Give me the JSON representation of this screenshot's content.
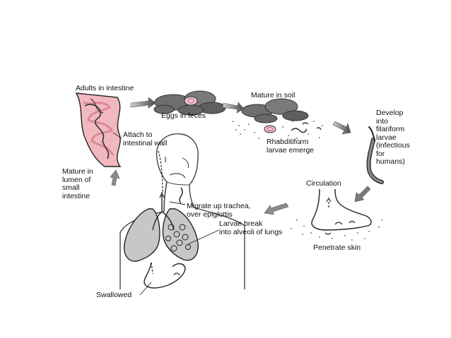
{
  "labels": {
    "adults": "Adults in intestine",
    "eggs": "Eggs in feces",
    "soil": "Mature in soil",
    "rhabditiform": "Rhabditiform\nlarvae emerge",
    "develop": "Develop\ninto\nfilariform\nlarvae\n(infectious\nfor\nhumans)",
    "attach": "Attach to\nintestinal wall",
    "mature_lumen": "Mature in\nlumen of\nsmall\nintestine",
    "circulation": "Circulation",
    "migrate": "Migrate up trachea,\nover epiglottis",
    "larvae_break": "Larvae break\ninto alveoli of lungs",
    "penetrate": "Penetrate skin",
    "swallowed": "Swallowed"
  },
  "colors": {
    "intestine": "#f2b8bf",
    "intestine_dark": "#d98a95",
    "egg_mass": "#6e6e6e",
    "egg": "#f3c7d0",
    "lung": "#c7c7c7",
    "arrow": "#8a8a8a",
    "line": "#222222"
  },
  "icons": [
    "intestine-icon",
    "egg-mass-icon",
    "soil-icon",
    "larva-icon",
    "body-icon",
    "lungs-icon",
    "foot-icon",
    "stomach-icon"
  ]
}
